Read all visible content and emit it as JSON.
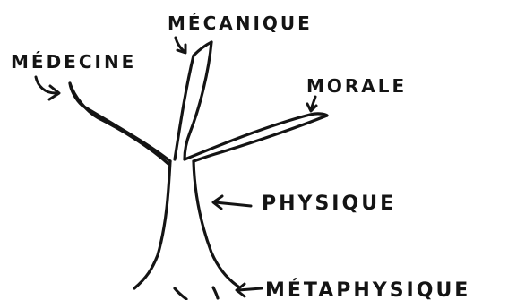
{
  "diagram": {
    "labels": {
      "medecine": "MÉDECINE",
      "mecanique": "MÉCANIQUE",
      "morale": "MORALE",
      "physique": "PHYSIQUE",
      "metaphysique": "MÉTAPHYSIQUE"
    },
    "ink_color": "#141414",
    "background_color": "#ffffff"
  }
}
